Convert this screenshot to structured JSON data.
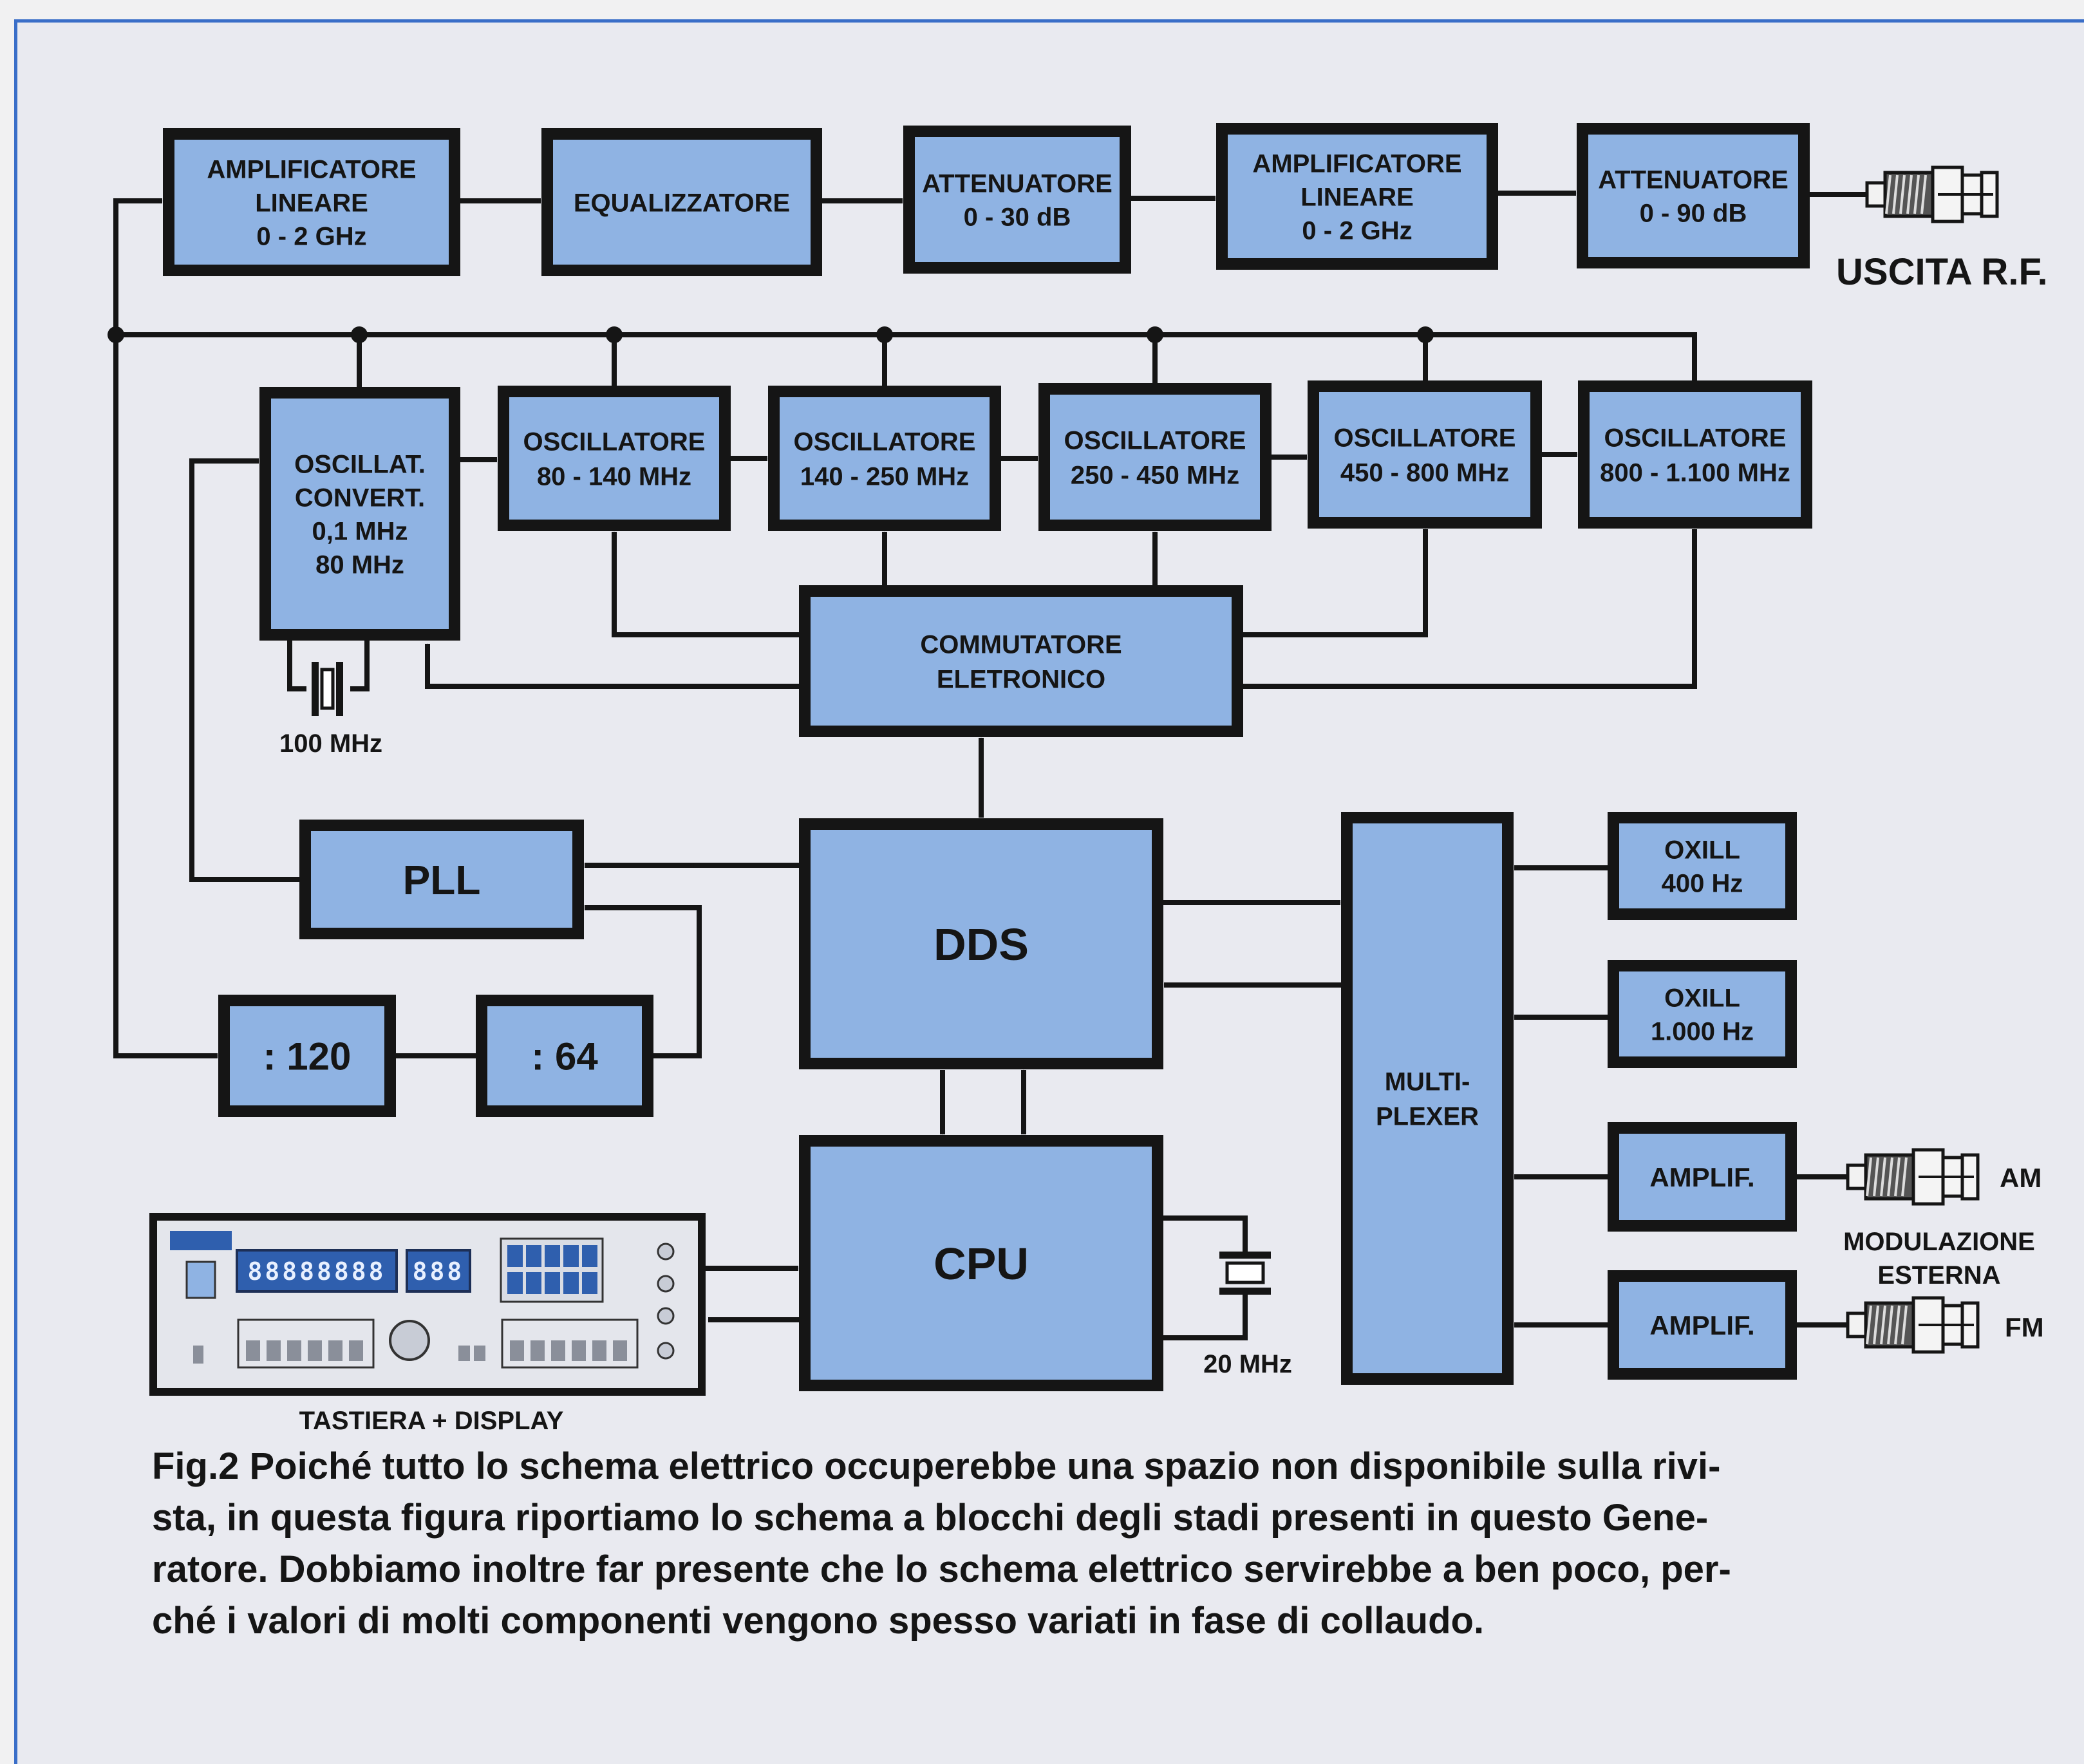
{
  "blocks": {
    "amp1": [
      "AMPLIFICATORE",
      "LINEARE",
      "0 - 2 GHz"
    ],
    "equalizer": [
      "EQUALIZZATORE"
    ],
    "att1": [
      "ATTENUATORE",
      "0 - 30 dB"
    ],
    "amp2": [
      "AMPLIFICATORE",
      "LINEARE",
      "0 - 2 GHz"
    ],
    "att2": [
      "ATTENUATORE",
      "0 - 90 dB"
    ],
    "osc_conv": [
      "OSCILLAT.",
      "CONVERT.",
      "0,1 MHz",
      "80 MHz"
    ],
    "osc1": [
      "OSCILLATORE",
      "80 - 140 MHz"
    ],
    "osc2": [
      "OSCILLATORE",
      "140 - 250 MHz"
    ],
    "osc3": [
      "OSCILLATORE",
      "250 - 450 MHz"
    ],
    "osc4": [
      "OSCILLATORE",
      "450 - 800 MHz"
    ],
    "osc5": [
      "OSCILLATORE",
      "800 - 1.100 MHz"
    ],
    "commutatore": [
      "COMMUTATORE",
      "ELETRONICO"
    ],
    "pll": [
      "PLL"
    ],
    "dds": [
      "DDS"
    ],
    "div120": [
      ": 120"
    ],
    "div64": [
      ": 64"
    ],
    "cpu": [
      "CPU"
    ],
    "multiplexer": [
      "MULTI-",
      "PLEXER"
    ],
    "oxill400": [
      "OXILL",
      "400 Hz"
    ],
    "oxill1000": [
      "OXILL",
      "1.000 Hz"
    ],
    "amplif_am": [
      "AMPLIF."
    ],
    "amplif_fm": [
      "AMPLIF."
    ]
  },
  "labels": {
    "uscita_rf": "USCITA R.F.",
    "xtal_100": "100 MHz",
    "xtal_20": "20 MHz",
    "tastiera": "TASTIERA + DISPLAY",
    "am": "AM",
    "fm": "FM",
    "modulazione": [
      "MODULAZIONE",
      "ESTERNA"
    ]
  },
  "panel": {
    "display_main": "88888888",
    "display_small": "888"
  },
  "caption": [
    "Fig.2 Poiché tutto lo schema elettrico occuperebbe una spazio non disponibile sulla rivi-",
    "sta, in questa figura riportiamo lo schema a blocchi degli stadi presenti in questo Gene-",
    "ratore. Dobbiamo inoltre far presente che lo schema elettrico servirebbe a ben poco, per-",
    "ché i valori di molti componenti vengono spesso variati in fase di collaudo."
  ],
  "colors": {
    "block_fill": "#8fb3e3",
    "outline": "#151515",
    "frame": "#3a6ec8",
    "background": "#e9eaf0"
  }
}
